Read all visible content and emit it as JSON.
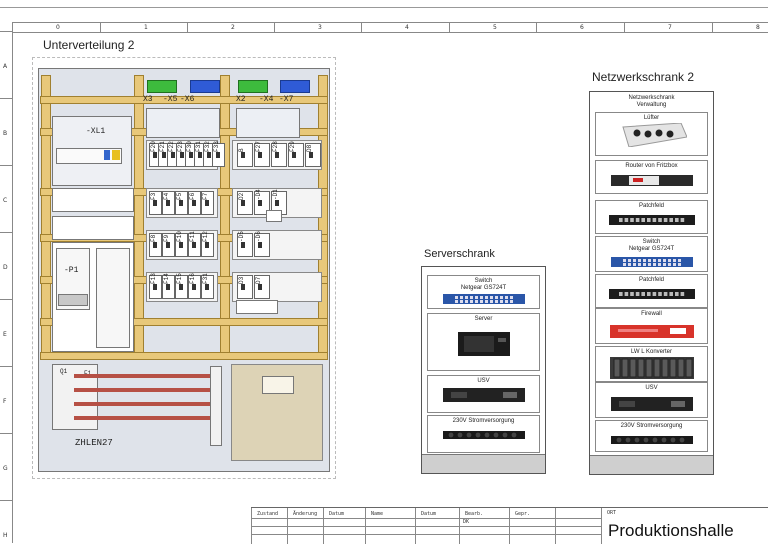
{
  "ruler": {
    "columns": [
      "0",
      "1",
      "2",
      "3",
      "4",
      "5",
      "6",
      "7",
      "8"
    ],
    "rows": [
      "A",
      "B",
      "C",
      "D",
      "E",
      "F",
      "G",
      "H"
    ]
  },
  "titles": {
    "unterverteilung": "Unterverteilung 2",
    "netzwerkschrank": "Netzwerkschrank 2",
    "serverschrank": "Serverschrank"
  },
  "board": {
    "terminal_labels": [
      "X3",
      "-X5",
      "-X6",
      "X2",
      "-X4",
      "-X7"
    ],
    "xl1": "-XL1",
    "p1": "-P1",
    "footer": "ZHLEN27",
    "row1": [
      "F20",
      "F21",
      "F22",
      "F23",
      "F30",
      "F31",
      "F32",
      "F33",
      "B",
      "F27",
      "F28",
      "F29",
      "D8"
    ],
    "row2": [
      "F3",
      "F4",
      "F5",
      "F6",
      "F7",
      "D2",
      "-D4",
      "-D1"
    ],
    "row3": [
      "F8",
      "F9",
      "F10",
      "F11",
      "F12",
      "-D5",
      "-D6"
    ],
    "row4": [
      "F13",
      "F14",
      "F15",
      "F16",
      "F31",
      "D3",
      "D7"
    ],
    "side": [
      "Q1",
      "F1"
    ]
  },
  "serverschrank": {
    "devices": [
      {
        "label": "Switch\nNetgear GS724T",
        "icon": "switch-icon"
      },
      {
        "label": "Server",
        "icon": "server-icon"
      },
      {
        "label": "USV",
        "icon": "ups-icon"
      },
      {
        "label": "230V Stromversorgung",
        "icon": "power-strip-icon"
      }
    ]
  },
  "netzwerkschrank": {
    "header": "Netzwerkschrank\nVerwaltung",
    "devices": [
      {
        "label": "Lüfter",
        "icon": "fan-tray-icon"
      },
      {
        "label": "Router von Fritzbox",
        "icon": "router-icon"
      },
      {
        "label": "Patchfeld",
        "icon": "patch-panel-icon"
      },
      {
        "label": "Switch\nNetgear GS724T",
        "icon": "switch-icon"
      },
      {
        "label": "Patchfeld",
        "icon": "patch-panel-icon"
      },
      {
        "label": "Firewall",
        "icon": "firewall-icon"
      },
      {
        "label": "LW L Konverter",
        "icon": "converter-icon"
      },
      {
        "label": "USV",
        "icon": "ups-icon"
      },
      {
        "label": "230V Stromversorgung",
        "icon": "power-strip-icon"
      }
    ]
  },
  "title_block": {
    "headers": [
      "Zustand",
      "Änderung",
      "Datum",
      "Name",
      "Datum",
      "Bearb.",
      "Gepr."
    ],
    "dk": "DK",
    "ort_label": "ORT",
    "location": "Produktionshalle"
  },
  "colors": {
    "rail": "#e8c87a",
    "terminal_green": "#3dbb3d",
    "terminal_blue": "#2f5bd6",
    "firewall_red": "#d8332a",
    "switch_blue": "#2a56a8"
  }
}
